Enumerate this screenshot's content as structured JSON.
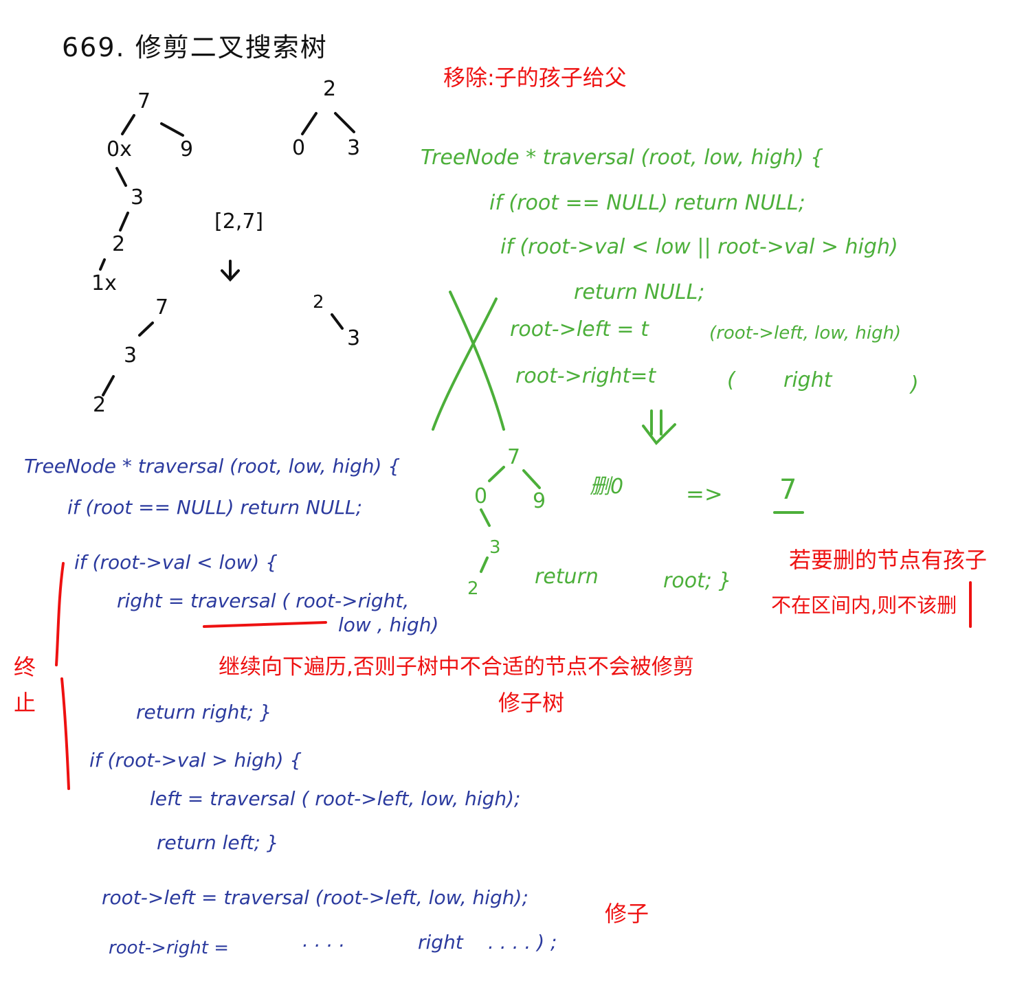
{
  "title": "669. 修剪二叉搜索树",
  "tree1": {
    "n7": "7",
    "n0": "0x",
    "n9": "9",
    "n3": "3",
    "n2": "2",
    "n1": "1x"
  },
  "tree2": {
    "n2": "2",
    "n0": "0",
    "n3": "3"
  },
  "range_label": "[2,7]",
  "tree3": {
    "n7": "7",
    "n3": "3",
    "n2": "2"
  },
  "tree4": {
    "n2": "2",
    "n3": "3"
  },
  "red_top_note": "移除:子的孩子给父",
  "green_code": {
    "l1": "TreeNode *   traversal (root, low, high) {",
    "l2": "if (root == NULL)   return  NULL;",
    "l3": "if (root->val  < low || root->val > high)",
    "l4": "return  NULL;",
    "l5a": "root->left = t",
    "l5b": "(root->left, low, high)",
    "l6a": "root->right=t",
    "l6b": "(",
    "l6c": "right",
    "l6d": ")"
  },
  "green_tree": {
    "n7": "7",
    "n0": "0",
    "n9": "9",
    "n3": "3",
    "n2": "2",
    "del_label": "删0",
    "arrow": "=>",
    "result": "7",
    "return_stmt": "return",
    "return_root": "root; }"
  },
  "red_right_note1": "若要删的节点有孩子",
  "red_right_note2": "不在区间内,则不该删",
  "blue_code": {
    "l1": "TreeNode * traversal (root, low, high) {",
    "l2": "if (root == NULL)  return  NULL;",
    "l3": "if (root->val < low) {",
    "l4a": "right = traversal ( root->right,",
    "l4b": "low , high)",
    "l5": "return  right; }",
    "l6": "if  (root->val > high) {",
    "l7": "left = traversal ( root->left, low, high);",
    "l8": "return  left; }",
    "l9": "root->left  =  traversal (root->left, low, high);",
    "l10a": "root->right =",
    "l10b": ". . . .",
    "l10c": "right",
    "l10d": ". . . . ) ;"
  },
  "red_mid_note1": "继续向下遍历,否则子树中不合适的节点不会被修剪",
  "red_mid_note2": "修子树",
  "red_left_note": "终止",
  "red_bottom_note": "修子"
}
